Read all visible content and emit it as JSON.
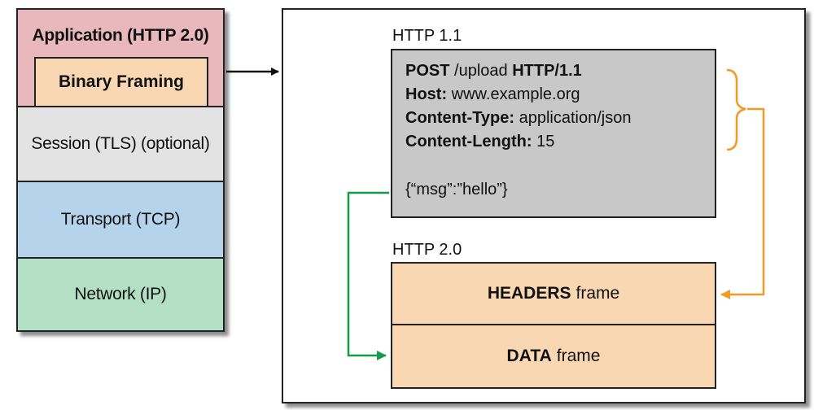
{
  "stack": {
    "application": "Application (HTTP 2.0)",
    "binary_framing": "Binary Framing",
    "session": "Session (TLS) (optional)",
    "transport": "Transport (TCP)",
    "network": "Network (IP)"
  },
  "http11": {
    "label": "HTTP 1.1",
    "lines": [
      {
        "bold": "POST",
        "rest": " /upload ",
        "bold2": "HTTP/1.1"
      },
      {
        "bold": "Host:",
        "rest": " www.example.org"
      },
      {
        "bold": "Content-Type:",
        "rest": " application/json"
      },
      {
        "bold": "Content-Length:",
        "rest": " 15"
      }
    ],
    "body": "{“msg”:”hello”}"
  },
  "http20": {
    "label": "HTTP 2.0",
    "headers_frame": {
      "bold": "HEADERS",
      "rest": "frame"
    },
    "data_frame": {
      "bold": "DATA",
      "rest": "frame"
    }
  },
  "colors": {
    "application": "#e9b8bc",
    "binary_framing": "#f9d7b3",
    "session": "#e3e3e3",
    "transport": "#b6d3ec",
    "network": "#b3e0c5",
    "request_box": "#c8c8c8",
    "frames": "#f9d7b3",
    "headers_arrow": "#f39a24",
    "data_arrow": "#139a4a"
  }
}
